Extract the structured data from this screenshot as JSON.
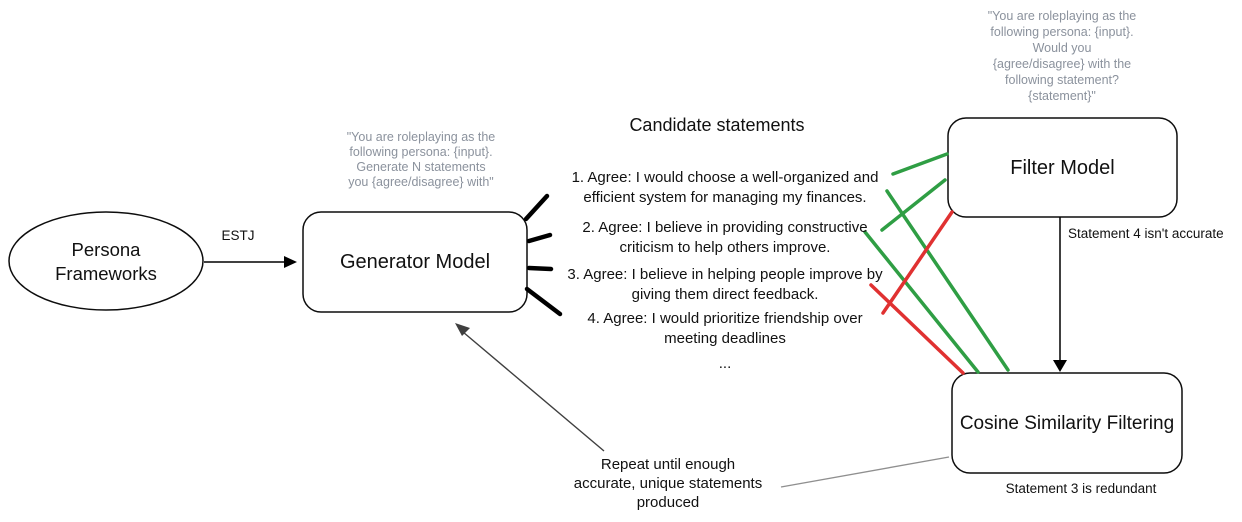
{
  "diagram": {
    "colors": {
      "accept": "#2f9e44",
      "reject": "#e03131",
      "prompt_text": "#8b929d",
      "arrow": "#3f3f3f",
      "connector": "#8f8f8f"
    },
    "persona_node": {
      "label": "Persona\nFrameworks"
    },
    "estj_label": "ESTJ",
    "generator_node": {
      "label": "Generator Model",
      "prompt": "\"You are roleplaying as the\nfollowing persona: {input}.\nGenerate N statements\nyou {agree/disagree} with\""
    },
    "candidates": {
      "heading": "Candidate statements",
      "statements": [
        {
          "text": "1. Agree: I would choose a well-organized and\nefficient system for managing my finances."
        },
        {
          "text": "2. Agree: I believe in providing constructive\ncriticism to help others improve."
        },
        {
          "text": "3. Agree: I believe in helping people improve by\ngiving them direct feedback."
        },
        {
          "text": "4. Agree: I would prioritize friendship over\nmeeting deadlines"
        }
      ],
      "ellipsis": "..."
    },
    "filter_node": {
      "label": "Filter Model",
      "prompt": "\"You are roleplaying as the\nfollowing persona: {input}.\nWould you\n{agree/disagree} with the\nfollowing statement?\n{statement}\"",
      "note": "Statement 4 isn't accurate"
    },
    "cosine_node": {
      "label": "Cosine Similarity Filtering",
      "note": "Statement 3 is redundant"
    },
    "repeat_note": "Repeat until enough\naccurate, unique statements\nproduced"
  }
}
